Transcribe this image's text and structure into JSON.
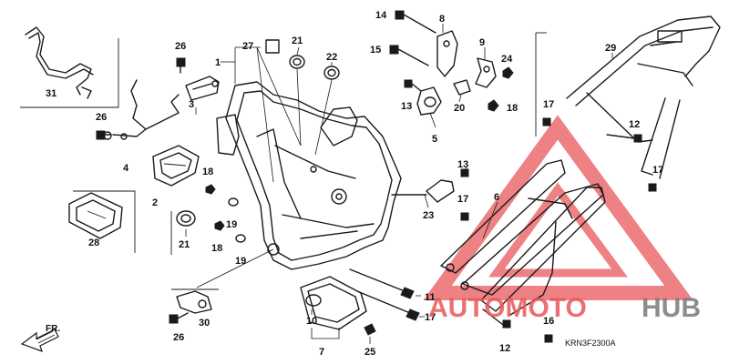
{
  "diagram": {
    "part_numbers": [
      "1",
      "2",
      "3",
      "4",
      "5",
      "6",
      "7",
      "8",
      "9",
      "10",
      "11",
      "12",
      "12",
      "13",
      "13",
      "14",
      "15",
      "16",
      "17",
      "17",
      "17",
      "17",
      "18",
      "18",
      "18",
      "19",
      "19",
      "20",
      "21",
      "21",
      "22",
      "23",
      "24",
      "25",
      "26",
      "26",
      "26",
      "27",
      "28",
      "29",
      "30",
      "31"
    ],
    "diagram_code": "KRN3F2300A",
    "direction_label": "FR.",
    "watermark": {
      "left_text": "AUTOMOTO",
      "right_text": "HUB",
      "left_color": "#e8585a",
      "right_color": "#7a7a7a",
      "triangle_color": "#e8585a"
    }
  }
}
